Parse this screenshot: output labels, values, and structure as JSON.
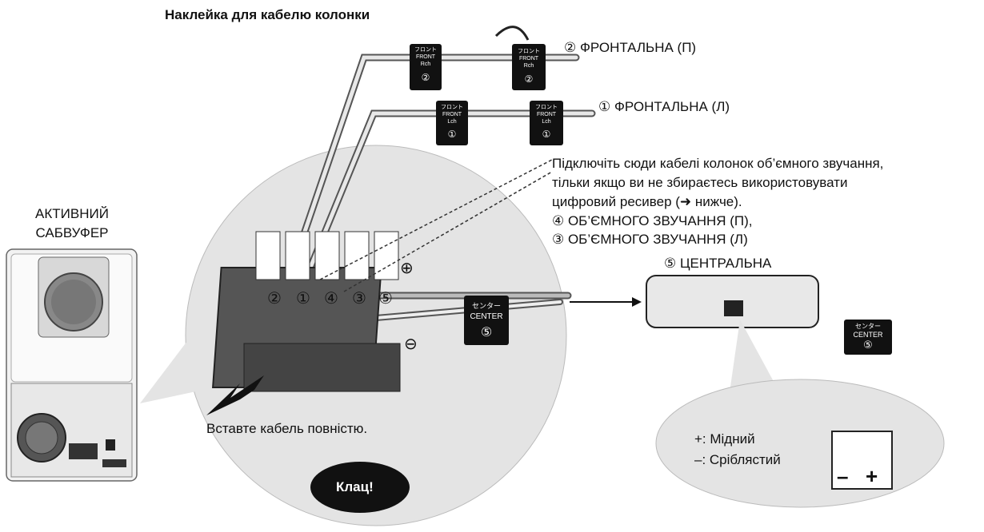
{
  "title_sticker": "Наклейка для кабелю колонки",
  "labels": {
    "front_right": "② ФРОНТАЛЬНА (П)",
    "front_left": "① ФРОНТАЛЬНА (Л)",
    "surround_note": [
      "Підключіть сюди кабелі колонок об’ємного звучання,",
      "тільки якщо ви не збираєтесь використовувати",
      "цифровий ресивер (➜ нижче)."
    ],
    "surround_right": "④ ОБ’ЄМНОГО ЗВУЧАННЯ (П),",
    "surround_left": "③ ОБ’ЄМНОГО ЗВУЧАННЯ (Л)",
    "center": "⑤ ЦЕНТРАЛЬНА",
    "subwoofer": [
      "АКТИВНИЙ",
      "САБВУФЕР"
    ],
    "insert_cable": "Вставте кабель повністю.",
    "click": "Клац!",
    "plus_copper": "+:  Мідний",
    "minus_silver": "–:  Сріблястий"
  },
  "terminal_numbers": [
    "②",
    "①",
    "④",
    "③",
    "⑤"
  ],
  "polarity": {
    "plus": "⊕",
    "minus": "⊖"
  },
  "stickers": {
    "front_right": [
      "フロント",
      "FRONT",
      "Rch",
      "②"
    ],
    "front_left": [
      "フロント",
      "FRONT",
      "Lch",
      "①"
    ],
    "center": [
      "センター",
      "CENTER",
      "⑤"
    ],
    "center_vertical": [
      "センター",
      "CENTER",
      "⑤"
    ]
  },
  "terminal_signs": {
    "minus": "–",
    "plus": "+"
  }
}
